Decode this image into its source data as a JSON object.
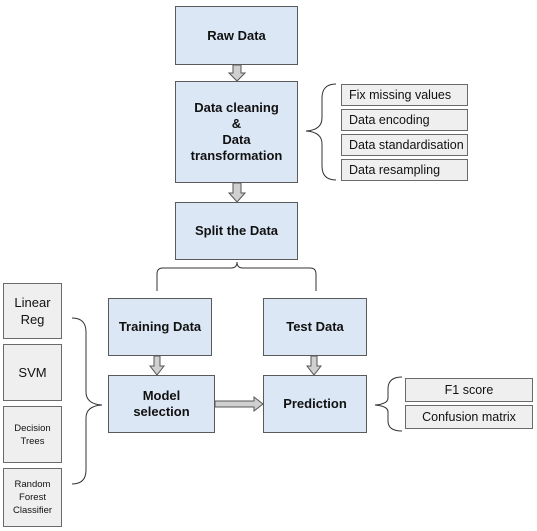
{
  "steps": {
    "raw_data": "Raw Data",
    "cleaning": [
      "Data cleaning",
      "&",
      "Data",
      "transformation"
    ],
    "split": "Split the Data",
    "training": "Training Data",
    "test": "Test Data",
    "model_selection": [
      "Model",
      "selection"
    ],
    "prediction": "Prediction"
  },
  "preprocessing_items": [
    "Fix missing values",
    "Data encoding",
    "Data standardisation",
    "Data resampling"
  ],
  "metrics": [
    "F1 score",
    "Confusion matrix"
  ],
  "models": {
    "linear": [
      "Linear",
      "Reg"
    ],
    "svm": "SVM",
    "trees": [
      "Decision",
      "Trees"
    ],
    "forest": [
      "Random",
      "Forest",
      "Classifier"
    ]
  },
  "colors": {
    "step_fill": "#dce7f5",
    "item_fill": "#efefef",
    "border": "#5a5a5a"
  }
}
